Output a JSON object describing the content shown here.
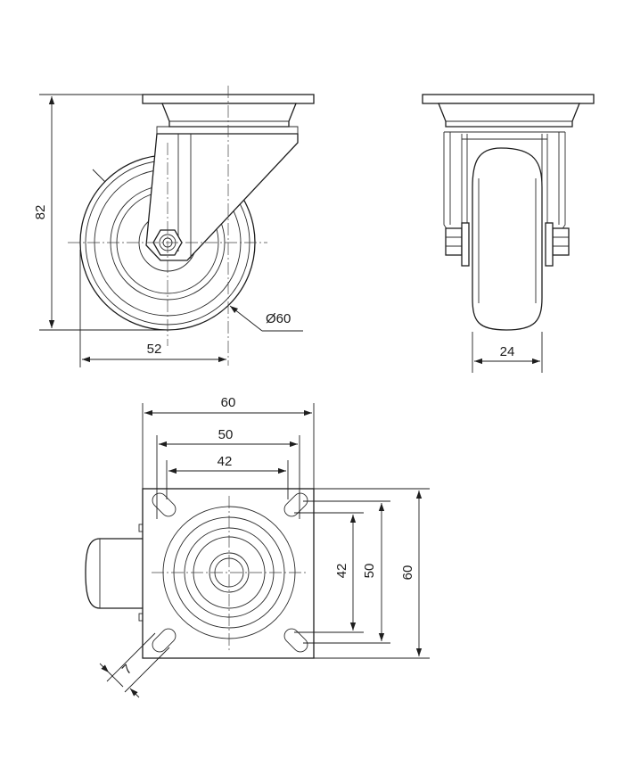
{
  "dimensions": {
    "side_height": "82",
    "side_width": "52",
    "wheel_diameter": "Ø60",
    "front_wheel_width": "24",
    "plate_width": "60",
    "hole_spacing_outer": "50",
    "hole_spacing_inner": "42",
    "plate_height_inner": "42",
    "plate_height_mid": "50",
    "plate_height_outer": "60",
    "slot_width": "7"
  }
}
